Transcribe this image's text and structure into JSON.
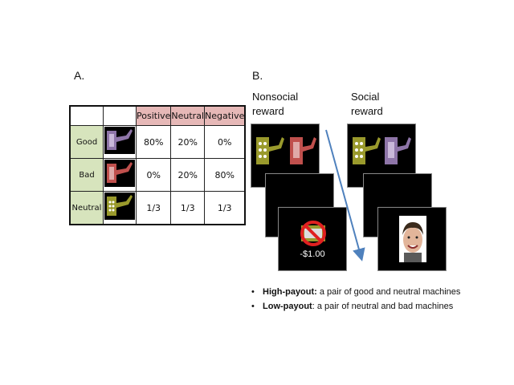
{
  "panel_a": {
    "label": "A.",
    "table": {
      "headers": [
        "Positive",
        "Neutral",
        "Negative"
      ],
      "rows": [
        {
          "label": "Good",
          "machine_color": "#8e75a8",
          "values": [
            "80%",
            "20%",
            "0%"
          ]
        },
        {
          "label": "Bad",
          "machine_color": "#c0504d",
          "values": [
            "0%",
            "20%",
            "80%"
          ]
        },
        {
          "label": "Neutral",
          "machine_color": "#9a9a2c",
          "values": [
            "1/3",
            "1/3",
            "1/3"
          ]
        }
      ]
    }
  },
  "panel_b": {
    "label": "B.",
    "nonsocial": {
      "line1": "Nonsocial",
      "line2": "reward",
      "outcome_text": "-$1.00"
    },
    "social": {
      "line1": "Social",
      "line2": "reward"
    },
    "bullets": [
      {
        "bold": "High-payout:",
        "rest": " a pair of good and neutral machines"
      },
      {
        "bold": "Low-payout",
        "rest": ": a pair of neutral and bad machines"
      }
    ],
    "bullet_glyph": "•"
  },
  "colors": {
    "header_fill": "#e6b8b7",
    "rowlabel_fill": "#d7e4bd",
    "arrow": "#4f81bd",
    "neutral_machine": "#9a9a2c",
    "good_machine": "#8e75a8",
    "bad_machine": "#c0504d"
  }
}
